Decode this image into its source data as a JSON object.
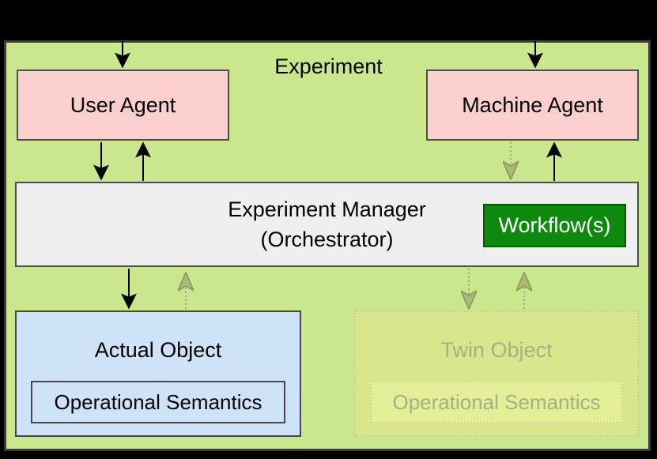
{
  "diagram": {
    "title": "Experiment",
    "nodes": {
      "user_agent": {
        "label": "User Agent"
      },
      "machine_agent": {
        "label": "Machine Agent"
      },
      "experiment_manager": {
        "line1": "Experiment Manager",
        "line2": "(Orchestrator)"
      },
      "workflow": {
        "label": "Workflow(s)"
      },
      "actual_object": {
        "label": "Actual Object",
        "inner_label": "Operational Semantics"
      },
      "twin_object": {
        "label": "Twin Object",
        "inner_label": "Operational Semantics"
      }
    },
    "colors": {
      "canvas": "#000000",
      "experiment_background": "#cbe78d",
      "agent_fill": "#fbcfcd",
      "manager_fill": "#efefef",
      "workflow_fill": "#0d8a0d",
      "workflow_text": "#ffffff",
      "actual_object_fill": "#cfe3f8",
      "twin_object_fill": "#d8e78c",
      "twin_inner_fill": "#e3ee96",
      "twin_text": "#a3b183",
      "solid_arrow": "#000000",
      "dotted_arrow": "#9fae78"
    },
    "edges": [
      {
        "from": "outside-top",
        "to": "user_agent",
        "style": "solid"
      },
      {
        "from": "outside-top",
        "to": "machine_agent",
        "style": "solid"
      },
      {
        "from": "user_agent",
        "to": "experiment_manager",
        "style": "solid"
      },
      {
        "from": "experiment_manager",
        "to": "user_agent",
        "style": "solid"
      },
      {
        "from": "machine_agent",
        "to": "experiment_manager",
        "style": "dotted"
      },
      {
        "from": "experiment_manager",
        "to": "machine_agent",
        "style": "solid"
      },
      {
        "from": "experiment_manager",
        "to": "actual_object",
        "style": "solid"
      },
      {
        "from": "actual_object",
        "to": "experiment_manager",
        "style": "dotted"
      },
      {
        "from": "experiment_manager",
        "to": "twin_object",
        "style": "dotted"
      },
      {
        "from": "twin_object",
        "to": "experiment_manager",
        "style": "dotted"
      }
    ]
  }
}
